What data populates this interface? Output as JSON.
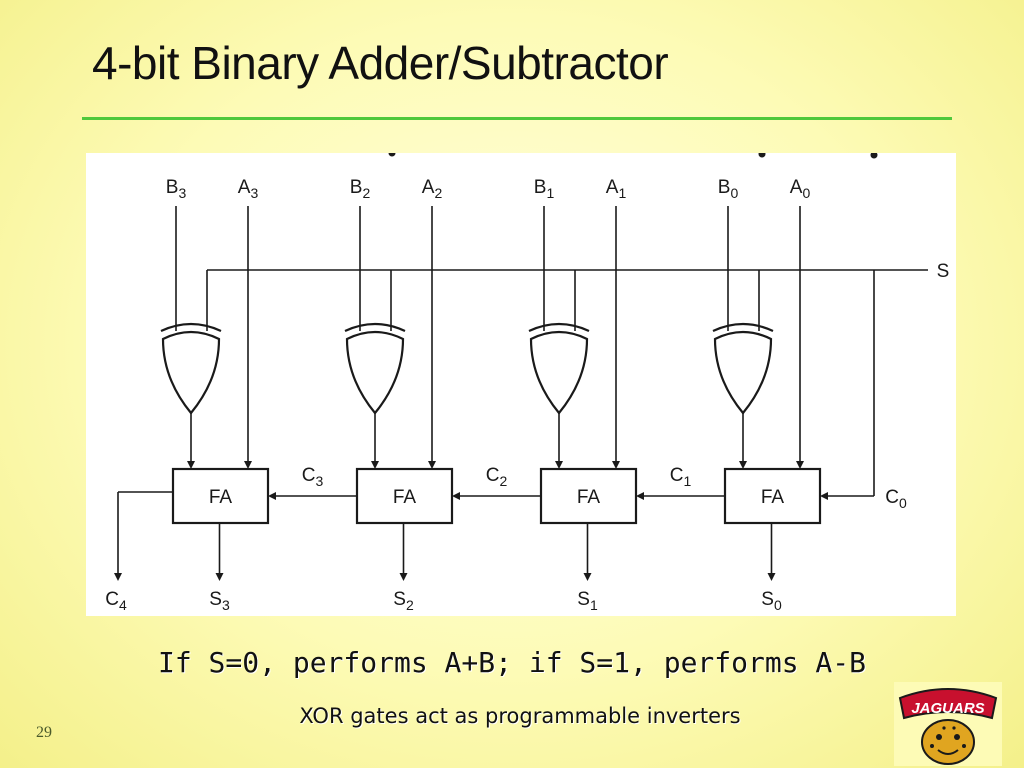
{
  "slide": {
    "title": "4-bit Binary Adder/Subtractor",
    "caption": "If S=0, performs A+B; if S=1, performs A-B",
    "subcaption": "XOR gates act as programmable inverters",
    "page_number": "29"
  },
  "diagram": {
    "control_label": "S",
    "carry_in": {
      "base": "C",
      "sub": "0"
    },
    "carry_out": {
      "base": "C",
      "sub": "4"
    },
    "block_label": "FA",
    "stages": [
      {
        "b": {
          "base": "B",
          "sub": "3"
        },
        "a": {
          "base": "A",
          "sub": "3"
        },
        "sum": {
          "base": "S",
          "sub": "3"
        },
        "carry_in": {
          "base": "C",
          "sub": "3"
        }
      },
      {
        "b": {
          "base": "B",
          "sub": "2"
        },
        "a": {
          "base": "A",
          "sub": "2"
        },
        "sum": {
          "base": "S",
          "sub": "2"
        },
        "carry_in": {
          "base": "C",
          "sub": "2"
        }
      },
      {
        "b": {
          "base": "B",
          "sub": "1"
        },
        "a": {
          "base": "A",
          "sub": "1"
        },
        "sum": {
          "base": "S",
          "sub": "1"
        },
        "carry_in": {
          "base": "C",
          "sub": "1"
        }
      },
      {
        "b": {
          "base": "B",
          "sub": "0"
        },
        "a": {
          "base": "A",
          "sub": "0"
        },
        "sum": {
          "base": "S",
          "sub": "0"
        },
        "carry_in": null
      }
    ]
  },
  "logo": {
    "text": "JAGUARS",
    "colors": {
      "primary": "#c8102e",
      "secondary": "#1a1a1a",
      "accent": "#f2c200"
    }
  }
}
